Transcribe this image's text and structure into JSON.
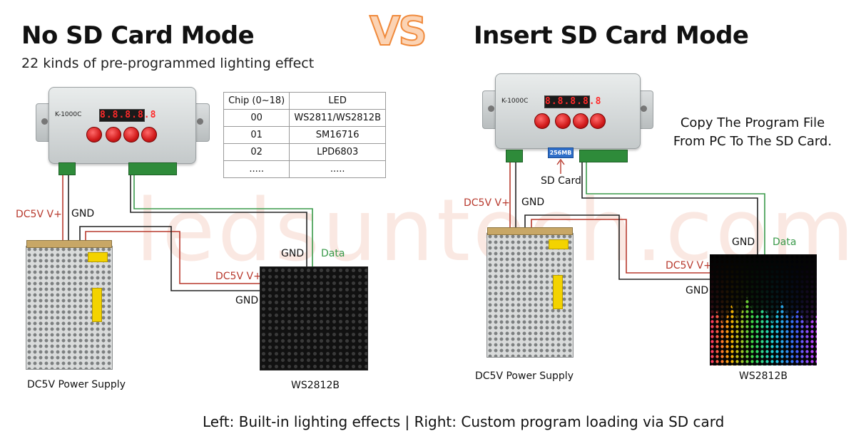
{
  "left": {
    "title": "No SD Card Mode",
    "subtitle": "22 kinds of pre-programmed lighting effect",
    "controller_model": "K-1000C",
    "controller_display": "8.8.8.8.8",
    "labels": {
      "dc5v_psu": "DC5V V+",
      "gnd_psu": "GND",
      "gnd_strip_top": "GND",
      "data": "Data",
      "dc5v_strip": "DC5V V+",
      "gnd_strip_bottom": "GND"
    },
    "psu_caption": "DC5V Power Supply",
    "panel_caption": "WS2812B",
    "table": {
      "headers": [
        "Chip (0~18)",
        "LED"
      ],
      "rows": [
        [
          "00",
          "WS2811/WS2812B"
        ],
        [
          "01",
          "SM16716"
        ],
        [
          "02",
          "LPD6803"
        ],
        [
          ".....",
          "....."
        ]
      ]
    }
  },
  "vs": "VS",
  "right": {
    "title": "Insert SD Card Mode",
    "controller_model": "K-1000C",
    "controller_display": "8.8.8.8.8",
    "sd_card_label": "SD Card",
    "sd_card_text": "256MB",
    "copy_text_line1": "Copy The Program File",
    "copy_text_line2": "From PC To The SD Card.",
    "labels": {
      "dc5v_psu": "DC5V V+",
      "gnd_psu": "GND",
      "gnd_strip_top": "GND",
      "data": "Data",
      "dc5v_strip": "DC5V V+",
      "gnd_strip_bottom": "GND"
    },
    "psu_caption": "DC5V Power Supply",
    "panel_caption": "WS2812B"
  },
  "watermark": "ledsuntech.com",
  "bottom_caption": "Left: Built-in lighting effects | Right: Custom program loading via SD card",
  "colors": {
    "wire_red": "#b83a2e",
    "wire_green": "#3a9a4a",
    "wire_black": "#222222",
    "vs_fill": "#fbd3b4",
    "vs_stroke": "#f08a3c"
  }
}
